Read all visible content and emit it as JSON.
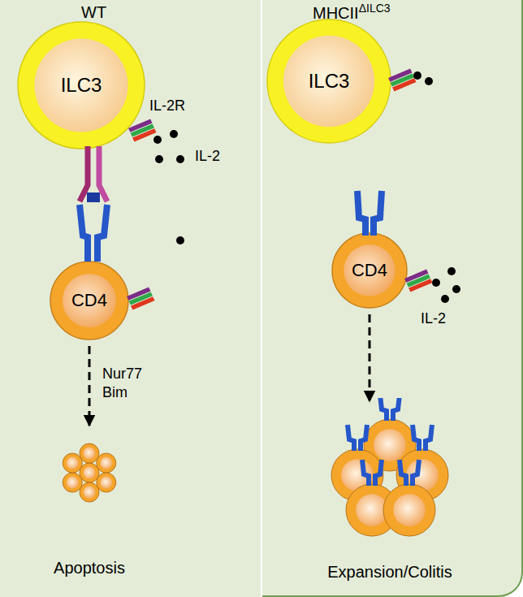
{
  "diagram": {
    "nodes": [
      {
        "text": [
          "WT"
        ]
      },
      {
        "text": [
          "ILC3"
        ],
        "in": 0
      },
      {
        "text": [
          "CD4"
        ],
        "in": 0
      },
      {
        "text": [
          "Apoptosis"
        ],
        "in": 0
      },
      {
        "text": [
          "MHCIIΔILC3"
        ]
      },
      {
        "text": [
          "ILC3"
        ],
        "in": 4
      },
      {
        "text": [
          "CD4"
        ],
        "in": 4
      },
      {
        "text": [
          "Expansion/Colitis"
        ],
        "in": 4
      }
    ],
    "edges": [
      {
        "from": 2,
        "to": 3,
        "arrow": "to",
        "label": "Nur77 Bim"
      },
      {
        "from": 6,
        "to": 7,
        "arrow": "to"
      }
    ],
    "labels": [
      "IL-2R",
      "IL-2",
      "IL-2"
    ]
  }
}
